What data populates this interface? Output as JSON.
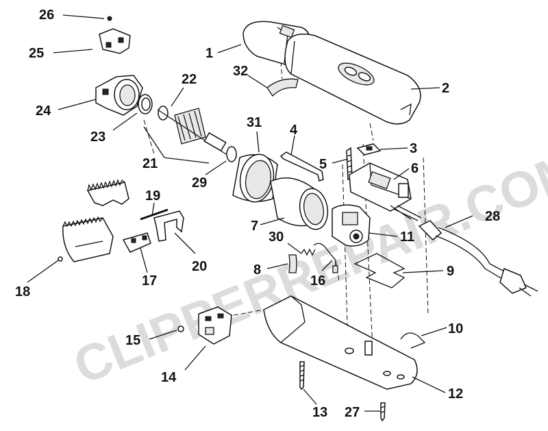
{
  "watermark": "CLIPPERREPAIR.COM",
  "callouts": [
    "1",
    "2",
    "3",
    "4",
    "5",
    "6",
    "7",
    "8",
    "9",
    "10",
    "11",
    "12",
    "13",
    "14",
    "15",
    "16",
    "17",
    "18",
    "19",
    "20",
    "21",
    "22",
    "23",
    "24",
    "25",
    "26",
    "27",
    "28",
    "29",
    "30",
    "31",
    "32"
  ]
}
